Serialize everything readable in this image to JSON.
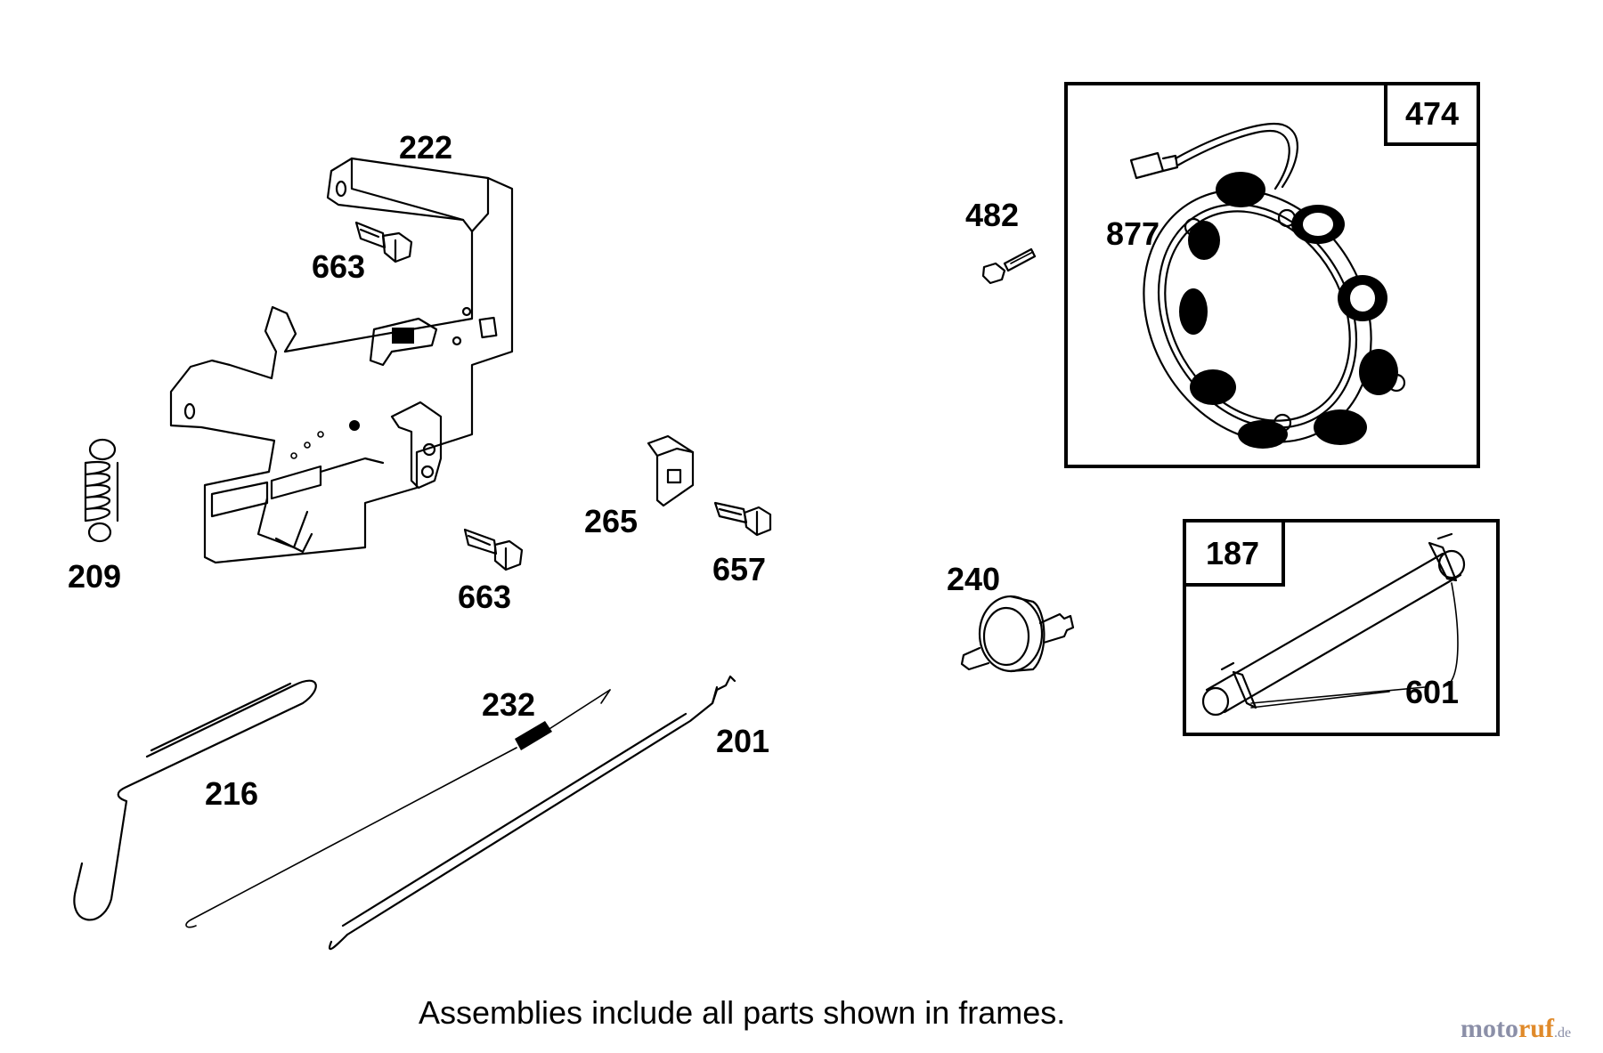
{
  "labels": {
    "p222": "222",
    "p663a": "663",
    "p663b": "663",
    "p209": "209",
    "p265": "265",
    "p657": "657",
    "p232": "232",
    "p201": "201",
    "p216": "216",
    "p482": "482",
    "p474": "474",
    "p877": "877",
    "p240": "240",
    "p187": "187",
    "p601": "601"
  },
  "caption": "Assemblies include all parts shown in frames.",
  "watermark": {
    "part1": "moto",
    "part2": "ruf",
    "suffix": ".de"
  },
  "colors": {
    "line": "#000000",
    "watermark_main": "#8b8fa8",
    "watermark_accent": "#e08a2a"
  }
}
